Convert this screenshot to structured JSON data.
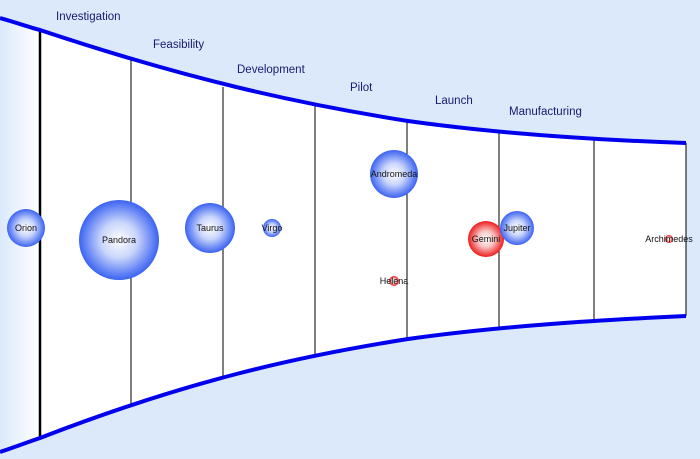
{
  "stages": [
    {
      "label": "Investigation"
    },
    {
      "label": "Feasibility"
    },
    {
      "label": "Development"
    },
    {
      "label": "Pilot"
    },
    {
      "label": "Launch"
    },
    {
      "label": "Manufacturing"
    }
  ],
  "projects": [
    {
      "name": "Orion",
      "color": "blue"
    },
    {
      "name": "Pandora",
      "color": "blue"
    },
    {
      "name": "Taurus",
      "color": "blue"
    },
    {
      "name": "Virgo",
      "color": "blue"
    },
    {
      "name": "Andromeda",
      "color": "blue"
    },
    {
      "name": "Helena",
      "color": "red"
    },
    {
      "name": "Gemini",
      "color": "red"
    },
    {
      "name": "Jupiter",
      "color": "blue"
    },
    {
      "name": "Archimedes",
      "color": "red"
    }
  ],
  "colors": {
    "background": "#dbe9fb",
    "funnel_outline": "#0000ee",
    "funnel_fill": "#ffffff",
    "blue_bubble": "#3b63f2",
    "red_bubble": "#ee1c1c",
    "stage_text": "#1a1a6e"
  }
}
